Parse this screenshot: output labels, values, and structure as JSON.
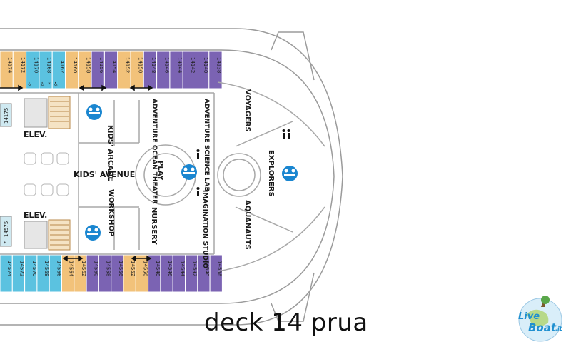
{
  "colors": {
    "orange": "#f2c27a",
    "teal": "#5bc2e0",
    "purple": "#7b63b3",
    "lightblue": "#cfe9f1",
    "kids_icon": "#1a86d0",
    "wall": "#9b9b9b"
  },
  "cabins_top": [
    {
      "num": "14174",
      "color": "orange"
    },
    {
      "num": "14172",
      "color": "orange"
    },
    {
      "num": "14170",
      "color": "teal",
      "accessible": true
    },
    {
      "num": "14168",
      "color": "teal",
      "accessible": true,
      "star": true
    },
    {
      "num": "14162",
      "color": "teal",
      "accessible": true
    },
    {
      "num": "14160",
      "color": "orange"
    },
    {
      "num": "14158",
      "color": "orange"
    },
    {
      "num": "14156",
      "color": "purple"
    },
    {
      "num": "14154",
      "color": "purple"
    },
    {
      "num": "14152",
      "color": "orange"
    },
    {
      "num": "14150",
      "color": "orange"
    },
    {
      "num": "14148",
      "color": "purple"
    },
    {
      "num": "14146",
      "color": "purple"
    },
    {
      "num": "14144",
      "color": "purple"
    },
    {
      "num": "14142",
      "color": "purple"
    },
    {
      "num": "14140",
      "color": "purple"
    },
    {
      "num": "14138",
      "color": "purple"
    }
  ],
  "cabins_bottom": [
    {
      "num": "14574",
      "color": "teal"
    },
    {
      "num": "14572",
      "color": "teal"
    },
    {
      "num": "14570",
      "color": "teal"
    },
    {
      "num": "14568",
      "color": "teal"
    },
    {
      "num": "14566",
      "color": "teal"
    },
    {
      "num": "14564",
      "color": "orange"
    },
    {
      "num": "14562",
      "color": "orange"
    },
    {
      "num": "14560",
      "color": "purple"
    },
    {
      "num": "14558",
      "color": "purple"
    },
    {
      "num": "14556",
      "color": "purple"
    },
    {
      "num": "14552",
      "color": "orange"
    },
    {
      "num": "14550",
      "color": "orange"
    },
    {
      "num": "14548",
      "color": "purple"
    },
    {
      "num": "14546",
      "color": "purple"
    },
    {
      "num": "14544",
      "color": "purple"
    },
    {
      "num": "14542",
      "color": "purple"
    },
    {
      "num": "14540",
      "color": "purple"
    },
    {
      "num": "14538",
      "color": "purple"
    }
  ],
  "side_cabins": {
    "upper": "14175",
    "lower": "14575",
    "lower_star": "*"
  },
  "labels": {
    "elev_top": "ELEV.",
    "elev_bottom": "ELEV.",
    "kids_avenue": "KIDS' AVENUE",
    "kids_arcade": "KIDS' ARCADE",
    "adventure_ocean_theater": "ADVENTURE OCEAN THEATER",
    "adventure_science_lab": "ADVENTURE SCIENCE LAB",
    "voyagers": "VOYAGERS",
    "explorers": "EXPLORERS",
    "play": "PLAY",
    "workshop": "WORKSHOP",
    "nursery": "NURSERY",
    "imagination_studio": "IMAGINATION STUDIO",
    "aquanauts": "AQUANAUTS"
  },
  "caption": "deck 14 prua",
  "logo": {
    "line1": "Live",
    "line2": "Boat",
    "suffix": ".it"
  }
}
